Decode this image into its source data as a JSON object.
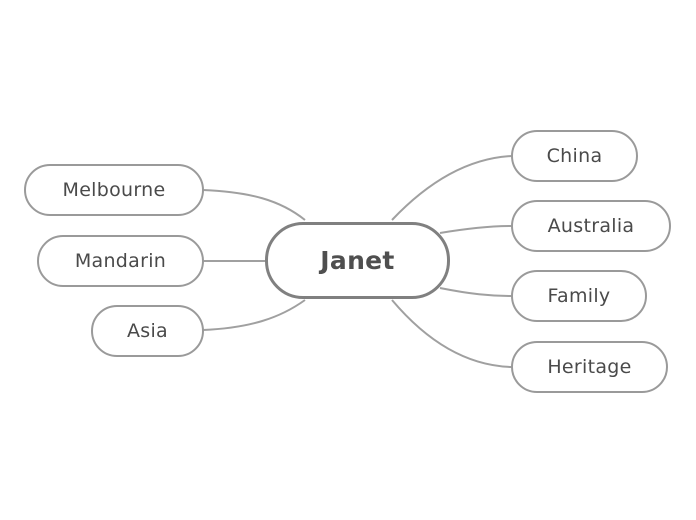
{
  "mindmap": {
    "central": {
      "label": "Janet"
    },
    "left_branches": [
      {
        "label": "Melbourne"
      },
      {
        "label": "Mandarin"
      },
      {
        "label": "Asia"
      }
    ],
    "right_branches": [
      {
        "label": "China"
      },
      {
        "label": "Australia"
      },
      {
        "label": "Family"
      },
      {
        "label": "Heritage"
      }
    ]
  },
  "colors": {
    "node_border": "#9a9a9a",
    "central_border": "#808080",
    "connector": "#a0a0a0",
    "text": "#4a4a4a",
    "background": "#ffffff"
  }
}
